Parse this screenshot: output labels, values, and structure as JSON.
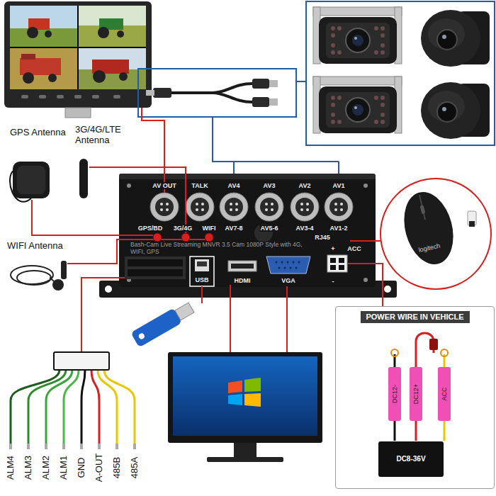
{
  "diagram": {
    "nodes": [
      {
        "text": [
          "AV OUT",
          "TALK",
          "AV4",
          "AV3",
          "AV2",
          "AV1",
          "GPS/BD",
          "3G/4G",
          "WIFI",
          "AV7-8",
          "AV5-6",
          "AV3-4",
          "AV1-2",
          "RJ45",
          "USB",
          "HDMI",
          "VGA",
          "+",
          "-",
          "ACC"
        ]
      },
      {
        "text": [
          "POWER WIRE IN VEHICLE"
        ]
      },
      {
        "text": [
          "DC8-36V"
        ],
        "in": 1
      }
    ],
    "labels": [
      "GPS Antenna",
      "3G/4G/LTE Antenna",
      "WIFI Antenna",
      "Bash-Cam Live Streaming MNVR 3.5 Cam 1080P Style with 4G, WIFI, GPS",
      "logitech",
      "ALM4",
      "ALM3",
      "ALM2",
      "ALM1",
      "GND",
      "A-OUT",
      "485B",
      "485A",
      "DC12-",
      "DC12+",
      "ACC"
    ]
  }
}
